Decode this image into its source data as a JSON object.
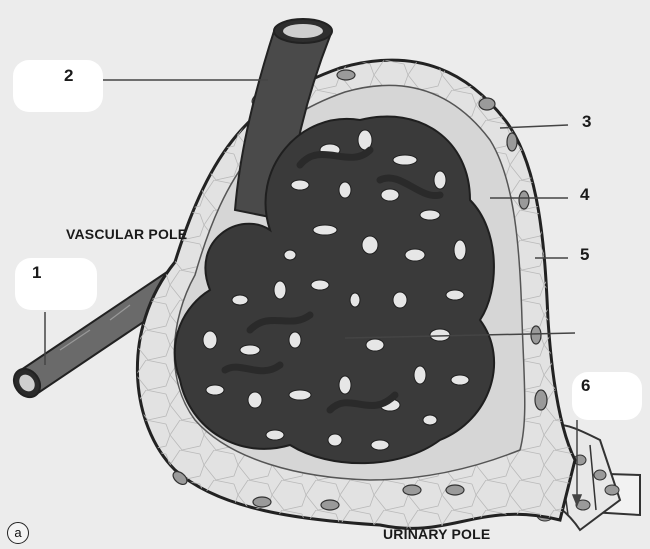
{
  "labels": {
    "n1": "1",
    "n2": "2",
    "n3": "3",
    "n4": "4",
    "n5": "5",
    "n6": "6"
  },
  "captions": {
    "vascular_pole": "VASCULAR POLE",
    "urinary_pole": "URINARY POLE"
  },
  "panel_letter": "a",
  "colors": {
    "capillary": "#3a3a3a",
    "capsule_fill": "#f2f2f2",
    "capsule_wall": "#e4e4e4",
    "nucleus": "#9a9a9a",
    "space": "#d9d9d9"
  }
}
